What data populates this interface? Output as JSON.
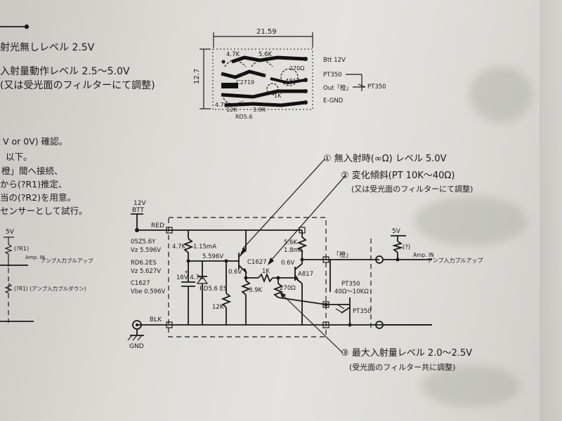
{
  "left_notes": {
    "line1": "射光無しレベル 2.5V",
    "line2": "入射量動作レベル 2.5～5.0V",
    "line3": "(又は受光面のフィルターにて調整)",
    "line4": "V or 0V) 確認。",
    "line5": "以下。",
    "line6": "橙」間へ接続、",
    "line7": "から(?R1)推定、",
    "line8": "当の(?R2)を用意。",
    "line9": "センサーとして試行。",
    "v5": "5V",
    "r1": "(?R1)",
    "amp_in": "Amp. IN",
    "amp_pullup": "アンプ入力プルアップ",
    "r1_down": "(?R1) (アンプ入力プルダウン)"
  },
  "pcb": {
    "width_label": "21.59",
    "height_label": "12.7",
    "parts": [
      "4.7K",
      "5.6K",
      "270Ω",
      "C2719",
      "A817",
      "1K",
      "4.7K",
      "12K",
      "3.9K",
      "RD5.6"
    ],
    "pins": [
      "Btt 12V",
      "PT350",
      "Out「橙」",
      "E-GND"
    ],
    "sensor": "PT350"
  },
  "annotations": {
    "a1": "① 無入射時(∞Ω) レベル 5.0V",
    "a2": "② 変化傾斜(PT 10K～40Ω)",
    "a2b": "(又は受光面のフィルターにて調整)",
    "a3": "③ 最大入射量レベル 2.0～2.5V",
    "a3b": "(受光面のフィルター共に調整)"
  },
  "schematic": {
    "btt": [
      "12V",
      "BTT"
    ],
    "red": "RED",
    "blk": "BLK",
    "gnd": "GND",
    "left_specs": [
      "05Z5.6Y",
      "Vz 5.596V",
      "RD6.2ES",
      "Vz 5.627V",
      "C1627",
      "Vbe 0.596V"
    ],
    "r47k": "4.7K",
    "i115": "1.15mA",
    "v5596": "5.596V",
    "cap": "16V 4.7μ",
    "cap_plus": "+",
    "zener": "RD5.6 ES",
    "r12k": "12K",
    "v06a": "0.6V",
    "q1": "C1627",
    "r1k": "1K",
    "r39k": "3.9K",
    "r270": "270Ω",
    "r56k": "5.6K",
    "i18": "1.8mA",
    "v06b": "0.6V",
    "q2": "A817",
    "orange": "「橙」",
    "pt": "PT350",
    "pt_range": "40Ω～10KΩ",
    "pt2": "PT350",
    "v5r": "5V",
    "rq": "(?)",
    "amp_in": "Amp. IN",
    "amp_pullup": "アンプ入力プルアップ"
  }
}
